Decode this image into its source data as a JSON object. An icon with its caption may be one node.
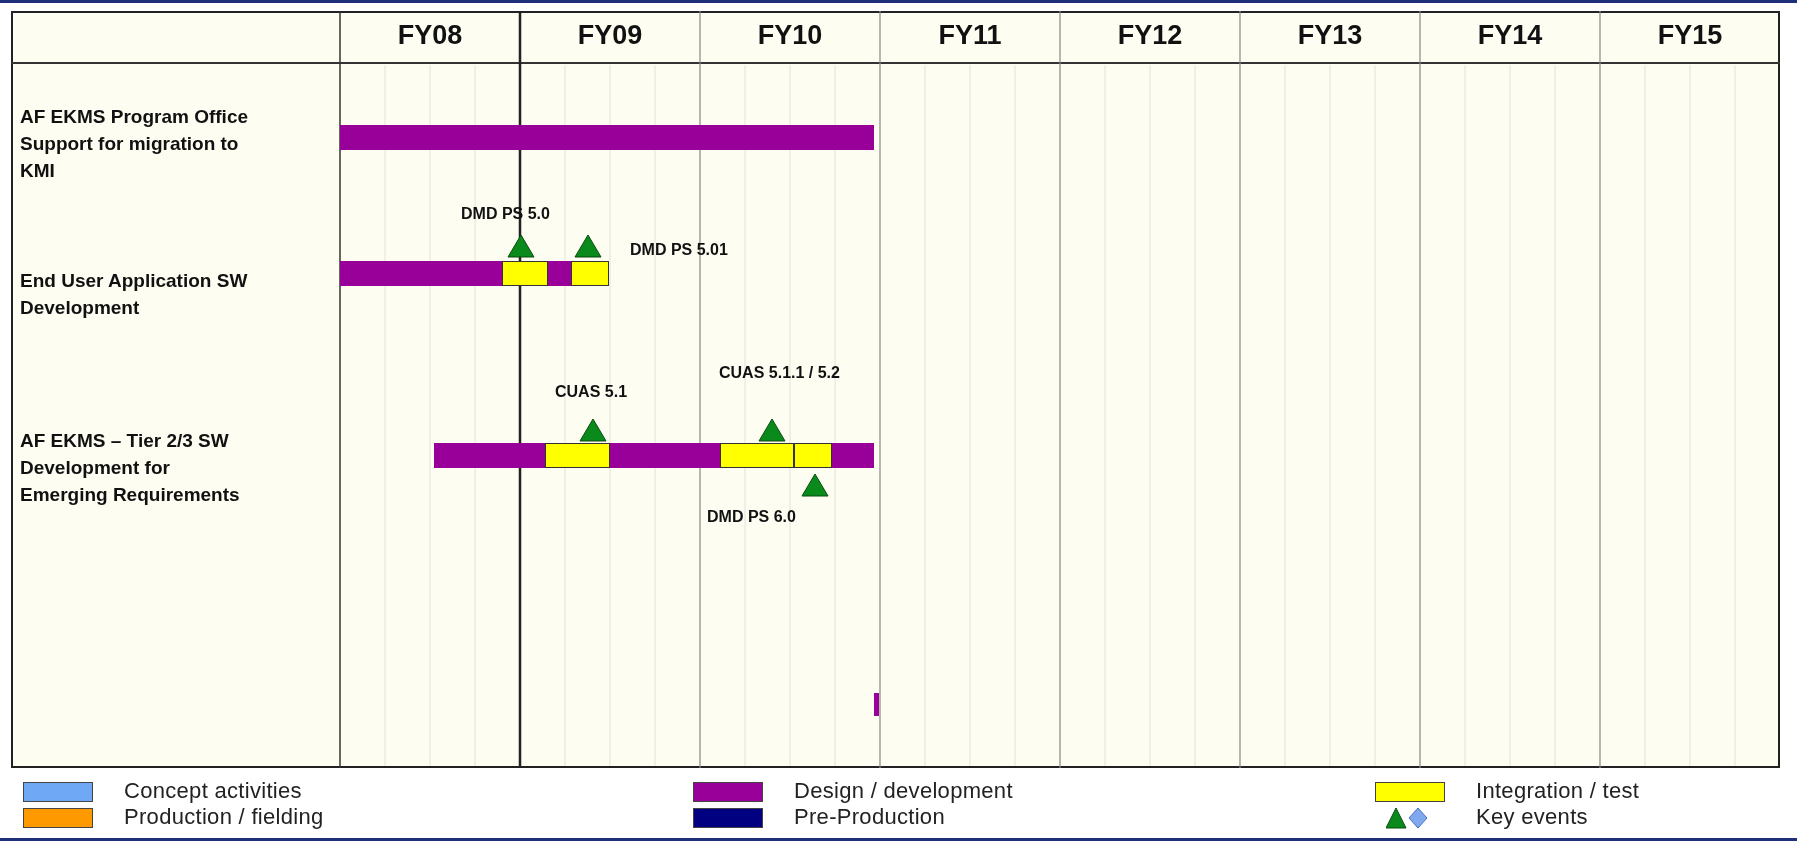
{
  "diagram": {
    "nodes": [
      {
        "text": [],
        "shape": "bar"
      },
      {
        "text": [],
        "shape": "bar"
      },
      {
        "text": [],
        "shape": "bar"
      },
      {
        "text": [],
        "shape": "bar"
      },
      {
        "text": [],
        "shape": "bar"
      },
      {
        "text": [],
        "shape": "bar"
      },
      {
        "text": [],
        "shape": "bar"
      },
      {
        "text": [],
        "shape": "bar"
      },
      {
        "text": [],
        "shape": "bar"
      },
      {
        "text": [],
        "shape": "bar"
      },
      {
        "text": [],
        "shape": "bar"
      },
      {
        "text": [],
        "shape": "bar"
      }
    ],
    "labels": [
      "FY08",
      "FY09",
      "FY10",
      "FY11",
      "FY12",
      "FY13",
      "FY14",
      "FY15",
      "AF EKMS Program Office Support for migration to KMI",
      "DMD PS 5.0",
      "DMD PS 5.01",
      "End User Application SW Development",
      "CUAS 5.1",
      "CUAS 5.1.1 / 5.2",
      "AF EKMS – Tier 2/3 SW Development for Emerging Requirements",
      "DMD PS 6.0"
    ],
    "legend": [
      {
        "text": "Concept activities",
        "color": "#6fa8f5"
      },
      {
        "text": "Production / fielding",
        "color": "#ff9900"
      },
      {
        "text": "Design / development",
        "color": "#990099"
      },
      {
        "text": "Pre-Production",
        "color": "#000080"
      },
      {
        "text": "Integration / test",
        "color": "#ffff00"
      },
      {
        "text": "Key events"
      }
    ]
  }
}
